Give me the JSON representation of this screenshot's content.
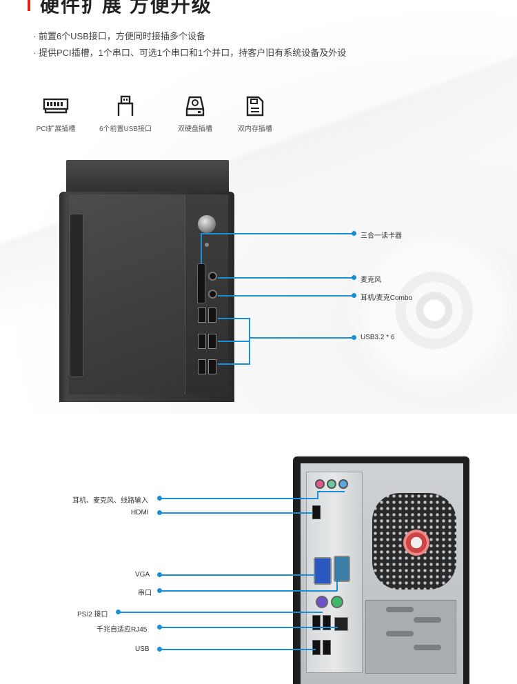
{
  "title": "硬件扩展 方便升级",
  "bullets": [
    "· 前置6个USB接口，方便同时接插多个设备",
    "· 提供PCI插槽，1个串口、可选1个串口和1个并口，持客户旧有系统设备及外设"
  ],
  "features": [
    {
      "icon": "pci-slot-icon",
      "label": "PCI扩展插槽"
    },
    {
      "icon": "usb-icon",
      "label": "6个前置USB接口"
    },
    {
      "icon": "hard-drive-icon",
      "label": "双硬盘插槽"
    },
    {
      "icon": "memory-icon",
      "label": "双内存插槽"
    }
  ],
  "front_callouts": {
    "card_reader": "三合一读卡器",
    "microphone": "麦克风",
    "headset_combo": "耳机/麦克Combo",
    "usb": "USB3.2 * 6"
  },
  "rear_callouts": {
    "audio": "耳机、麦克风、线路输入",
    "hdmi": "HDMI",
    "vga": "VGA",
    "serial": "串口",
    "ps2": "PS/2 接口",
    "rj45": "千兆自适应RJ45",
    "usb": "USB"
  },
  "colors": {
    "accent": "#e2231a",
    "callout": "#1b8fd6"
  }
}
